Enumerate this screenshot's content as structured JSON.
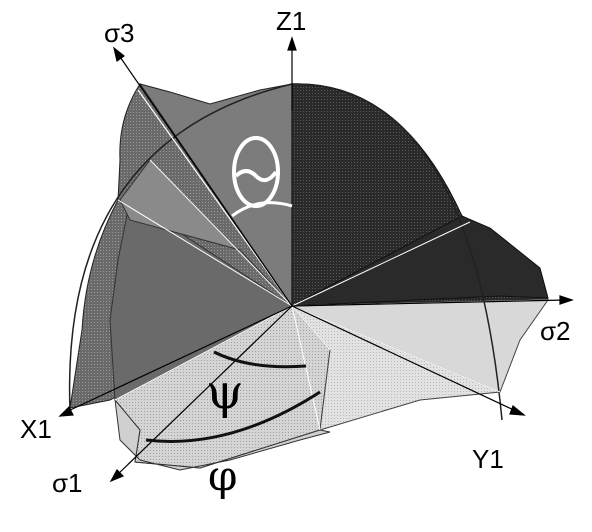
{
  "axes": {
    "z1": "Z1",
    "x1": "X1",
    "y1": "Y1",
    "sigma3": "σ3",
    "sigma2": "σ2",
    "sigma1": "σ1"
  },
  "angles": {
    "theta": "Θ",
    "psi": "ψ",
    "phi": "φ"
  },
  "colors": {
    "darkest": "#1e1e1e",
    "dark": "#3a3a3a",
    "mid_dark": "#565656",
    "mid": "#7a7a7a",
    "light": "#a8a8a8",
    "lighter": "#c4c4c4",
    "lightest": "#dcdcdc"
  }
}
